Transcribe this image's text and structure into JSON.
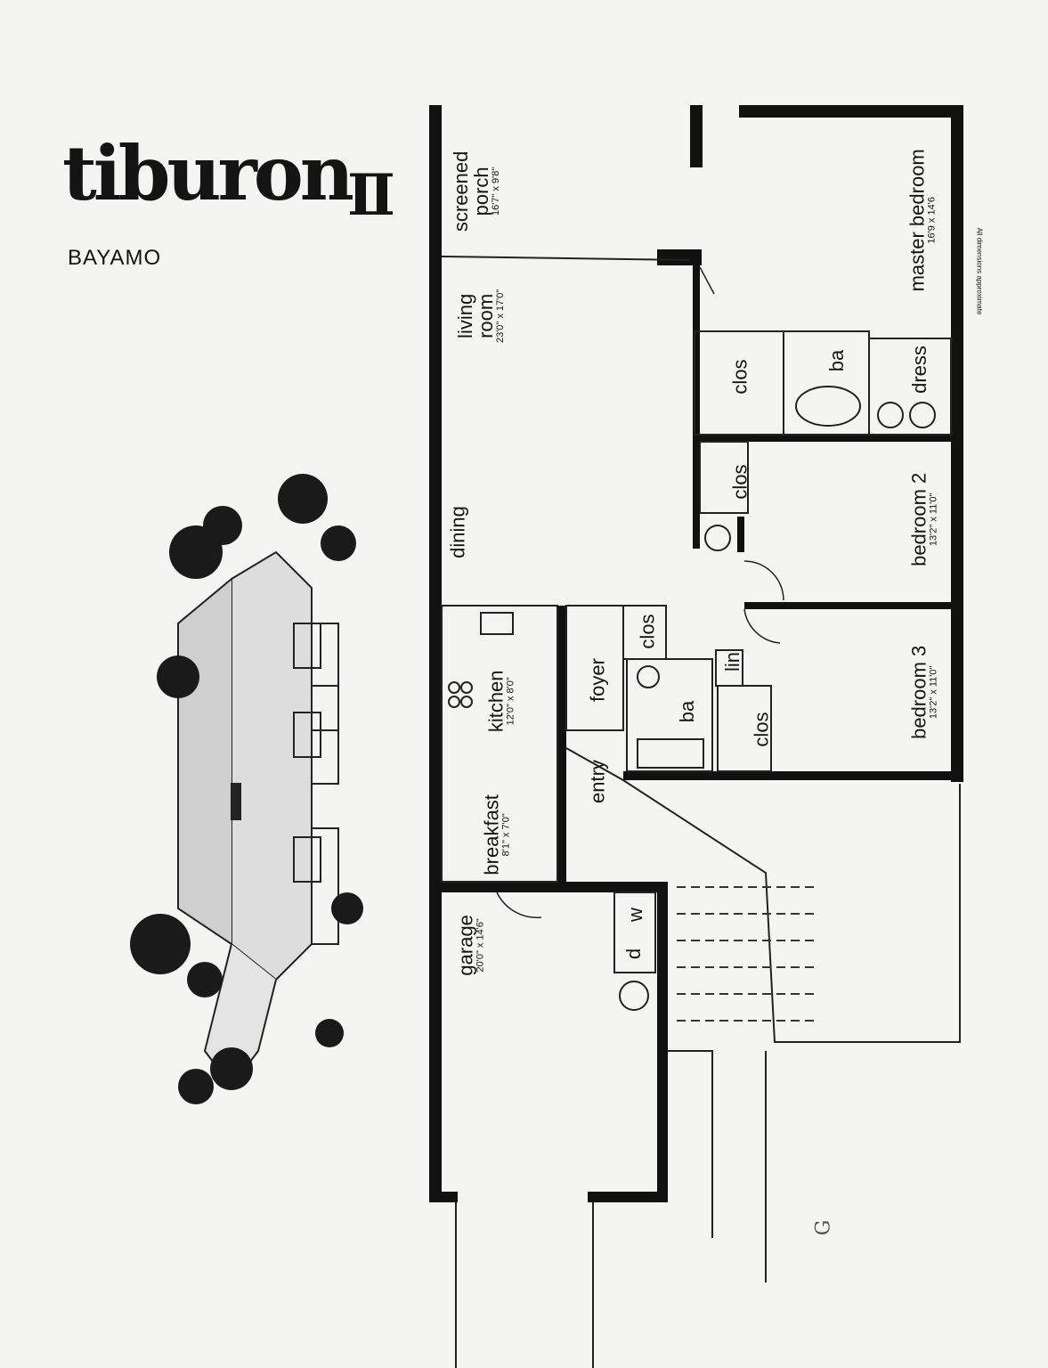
{
  "header": {
    "logo_word": "tiburon",
    "logo_numeral": "II",
    "subtitle": "BAYAMO"
  },
  "note": "All dimensions approximate",
  "rooms": [
    {
      "id": "screened-porch",
      "name": "screened\nporch",
      "dims": "16'7\" x 9'8\""
    },
    {
      "id": "living-room",
      "name": "living\nroom",
      "dims": "23'0\" x 17'0\""
    },
    {
      "id": "dining",
      "name": "dining",
      "dims": ""
    },
    {
      "id": "kitchen",
      "name": "kitchen",
      "dims": "12'0\" x 8'0\""
    },
    {
      "id": "breakfast",
      "name": "breakfast",
      "dims": "8'1\" x 7'0\""
    },
    {
      "id": "foyer",
      "name": "foyer",
      "dims": ""
    },
    {
      "id": "entry",
      "name": "entry",
      "dims": ""
    },
    {
      "id": "garage",
      "name": "garage",
      "dims": "20'0\" x 14'6\""
    },
    {
      "id": "master-bedroom",
      "name": "master bedroom",
      "dims": "16'9 x 14'6"
    },
    {
      "id": "bedroom-2",
      "name": "bedroom 2",
      "dims": "13'2\" x 11'0\""
    },
    {
      "id": "bedroom-3",
      "name": "bedroom 3",
      "dims": "13'2\" x 11'0\""
    }
  ],
  "fixtures": {
    "clos_master": "clos",
    "ba_master": "ba",
    "dress": "dress",
    "clos_bed2": "clos",
    "clos_foyer": "clos",
    "lin": "lin",
    "ba_hall": "ba",
    "clos_bed3": "clos",
    "washer": "w",
    "dryer": "d"
  },
  "page_mark": "G"
}
